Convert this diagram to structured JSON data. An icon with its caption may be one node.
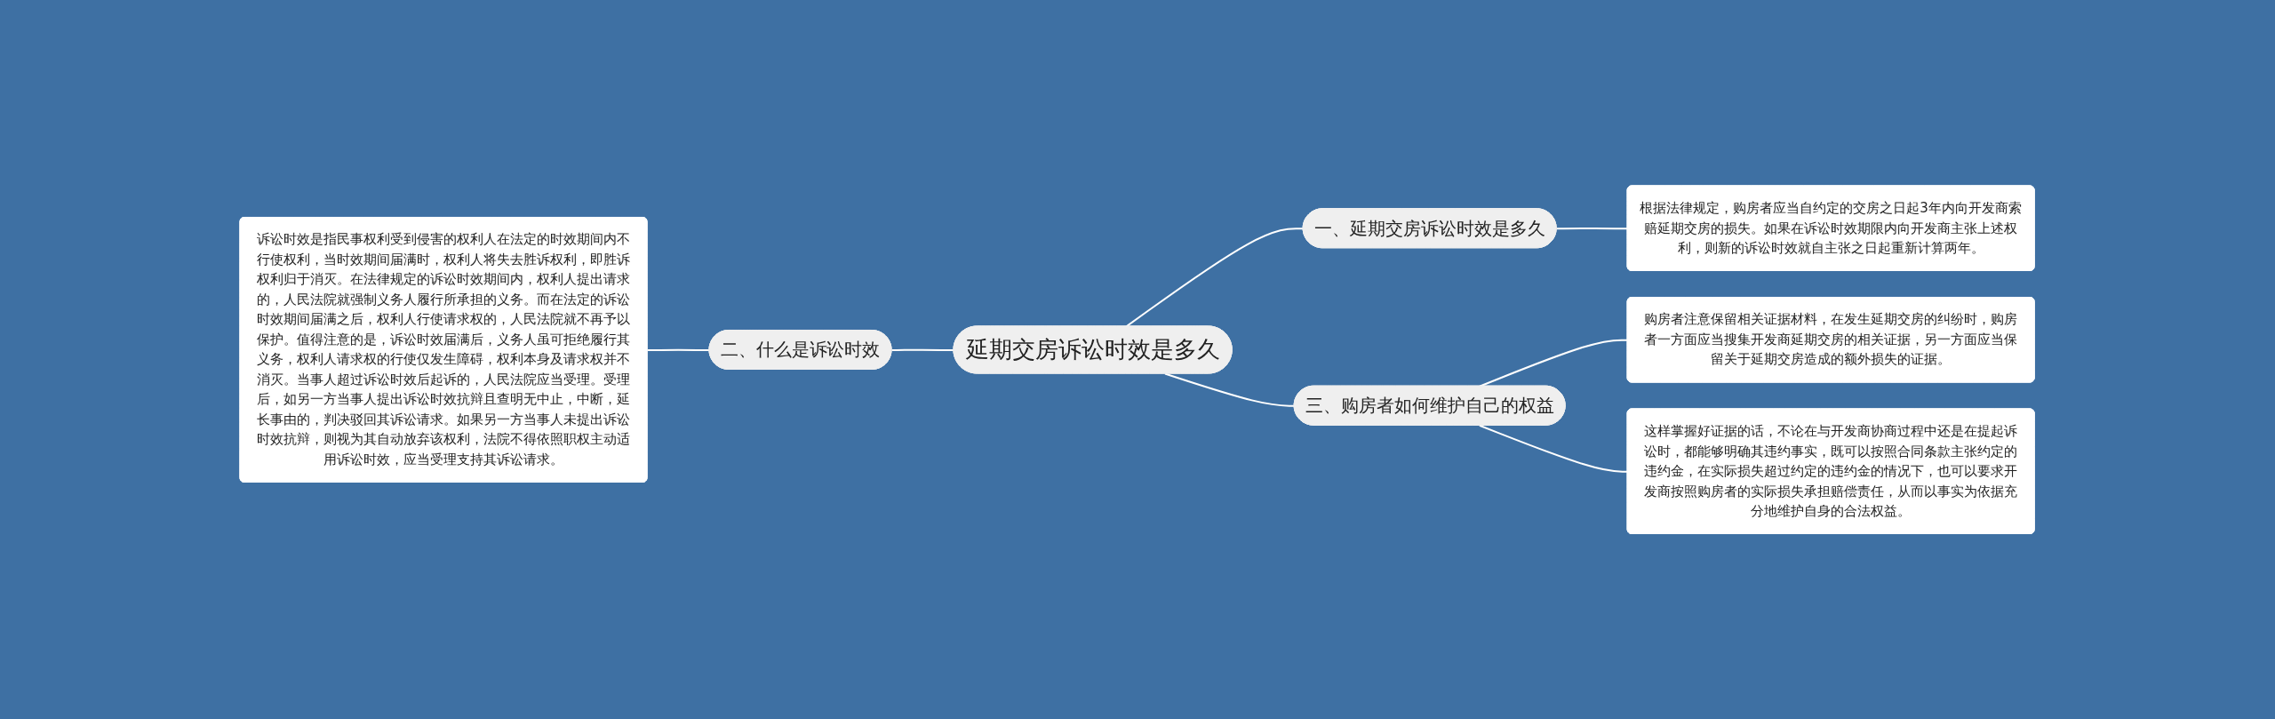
{
  "diagram": {
    "nodes": [
      {
        "text": [
          "延期交房诉讼时效是多久"
        ]
      },
      {
        "text": [
          "一、延期交房诉讼时效是多久"
        ]
      },
      {
        "text": [
          "根据法律规定，购房者应当自约定的交房之日起3年内向开发商索赔延期交房的损失。如果在诉讼时效期限内向开发商主张上述权利，则新的诉讼时效就自主张之日起重新计算两年。"
        ]
      },
      {
        "text": [
          "二、什么是诉讼时效"
        ]
      },
      {
        "text": [
          "诉讼时效是指民事权利受到侵害的权利人在法定的时效期间内不行使权利，当时效期间届满时，权利人将失去胜诉权利，即胜诉权利归于消灭。在法律规定的诉讼时效期间内，权利人提出请求的，人民法院就强制义务人履行所承担的义务。而在法定的诉讼时效期间届满之后，权利人行使请求权的，人民法院就不再予以保护。值得注意的是，诉讼时效届满后，义务人虽可拒绝履行其义务，权利人请求权的行使仅发生障碍，权利本身及请求权并不消灭。当事人超过诉讼时效后起诉的，人民法院应当受理。受理后，如另一方当事人提出诉讼时效抗辩且查明无中止，中断，延长事由的，判决驳回其诉讼请求。如果另一方当事人未提出诉讼时效抗辩，则视为其自动放弃该权利，法院不得依照职权主动适用诉讼时效，应当受理支持其诉讼请求。"
        ]
      },
      {
        "text": [
          "三、购房者如何维护自己的权益"
        ]
      },
      {
        "text": [
          "购房者注意保留相关证据材料，在发生延期交房的纠纷时，购房者一方面应当搜集开发商延期交房的相关证据，另一方面应当保留关于延期交房造成的额外损失的证据。"
        ]
      },
      {
        "text": [
          "这样掌握好证据的话，不论在与开发商协商过程中还是在提起诉讼时，都能够明确其违约事实，既可以按照合同条款主张约定的违约金，在实际损失超过约定的违约金的情况下，也可以要求开发商按照购房者的实际损失承担赔偿责任，从而以事实为依据充分地维护自身的合法权益。"
        ]
      }
    ],
    "edges": [
      {
        "from": 0,
        "to": 1,
        "arrow": "none"
      },
      {
        "from": 1,
        "to": 2,
        "arrow": "none"
      },
      {
        "from": 0,
        "to": 3,
        "arrow": "none"
      },
      {
        "from": 3,
        "to": 4,
        "arrow": "none"
      },
      {
        "from": 0,
        "to": 5,
        "arrow": "none"
      },
      {
        "from": 5,
        "to": 6,
        "arrow": "none"
      },
      {
        "from": 5,
        "to": 7,
        "arrow": "none"
      }
    ]
  }
}
